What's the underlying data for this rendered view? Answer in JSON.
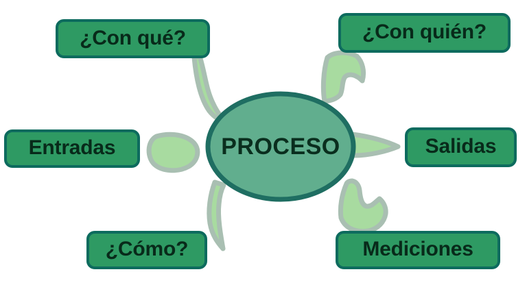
{
  "diagram": {
    "title": "PROCESO",
    "type": "process-mind-map",
    "center": {
      "label": "PROCESO",
      "shape": "ellipse",
      "fill": "#61AE8E",
      "stroke": "#1F6E62"
    },
    "nodes": [
      {
        "id": "con-que",
        "label": "¿Con qué?",
        "position": "top-left"
      },
      {
        "id": "con-quien",
        "label": "¿Con quién?",
        "position": "top-right"
      },
      {
        "id": "entradas",
        "label": "Entradas",
        "position": "left"
      },
      {
        "id": "salidas",
        "label": "Salidas",
        "position": "right"
      },
      {
        "id": "como",
        "label": "¿Cómo?",
        "position": "bottom-left"
      },
      {
        "id": "mediciones",
        "label": "Mediciones",
        "position": "bottom-right"
      }
    ],
    "colors": {
      "box_fill": "#2E9A63",
      "box_border": "#0D6B5E",
      "box_text": "#082A1A",
      "ellipse_fill": "#61AE8E",
      "ellipse_border": "#1F6E62",
      "connector_fill": "#A8DBA0",
      "connector_stroke": "#A9BFB2",
      "background": "#FFFFFF"
    }
  }
}
